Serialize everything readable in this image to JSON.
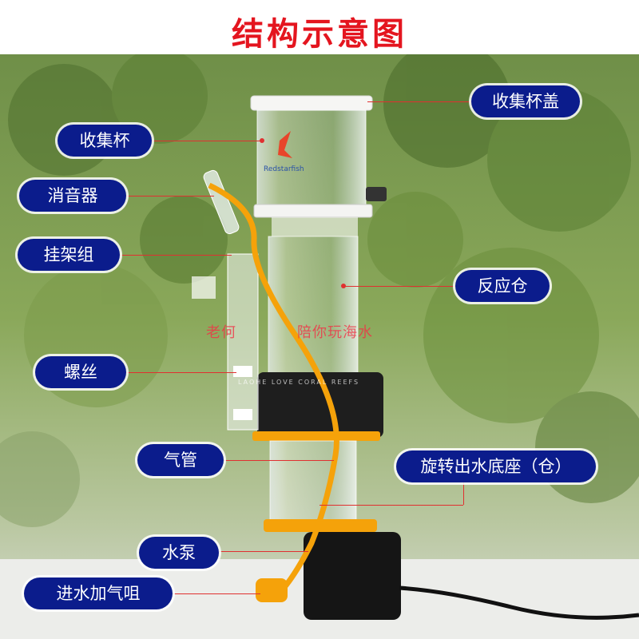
{
  "title": "结构示意图",
  "watermark": {
    "left": "老何",
    "right": "陪你玩海水",
    "sub": "LAOHE  LOVE CORAL REEFS"
  },
  "product_logo": "Redstarfish",
  "callouts": {
    "collection_cup_lid": "收集杯盖",
    "collection_cup": "收集杯",
    "silencer": "消音器",
    "hanger_set": "挂架组",
    "reaction_chamber": "反应仓",
    "screw": "螺丝",
    "air_tube": "气管",
    "rotating_outlet_base": "旋转出水底座（仓）",
    "water_pump": "水泵",
    "intake_air_nozzle": "进水加气咀"
  },
  "colors": {
    "title": "#e4151f",
    "callout_bg": "#0b1c8c",
    "leader": "#e03030",
    "tube": "#f5a20a"
  }
}
